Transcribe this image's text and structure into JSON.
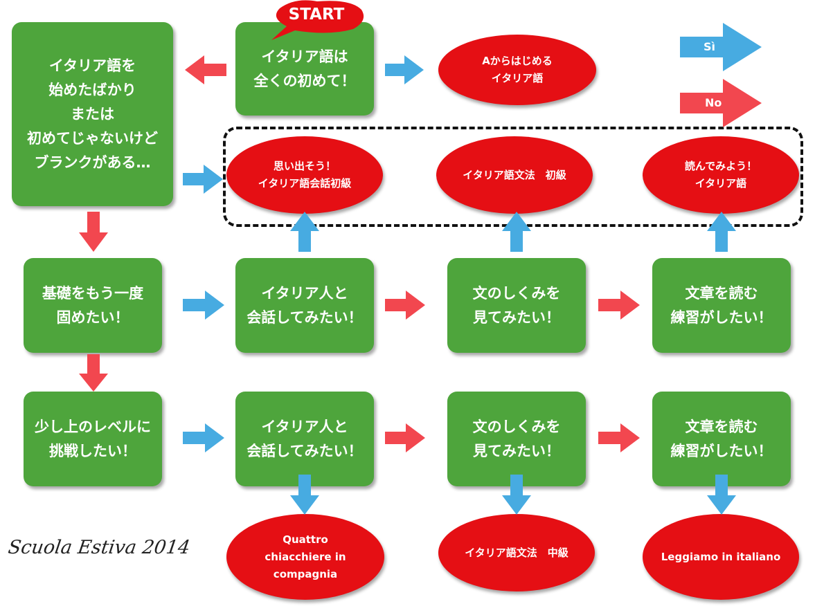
{
  "start_label": "START",
  "legend": {
    "yes": "Sì",
    "no": "No"
  },
  "colors": {
    "box_green": "#4ea53c",
    "oval_red": "#e50f14",
    "arrow_blue": "#47abe1",
    "arrow_red": "#f2474f"
  },
  "boxes": {
    "left_start": "イタリア語を\n始めたばかり\nまたは\n初めてじゃないけど\nブランクがある…",
    "question_start": "イタリア語は\n全くの初めて！",
    "basics": "基礎をもう一度\n固めたい！",
    "row1_conversation": "イタリア人と\n会話してみたい！",
    "row1_grammar": "文のしくみを\n見てみたい！",
    "row1_reading": "文章を読む\n練習がしたい！",
    "level_up": "少し上のレベルに\n挑戦したい！",
    "row2_conversation": "イタリア人と\n会話してみたい！",
    "row2_grammar": "文のしくみを\n見てみたい！",
    "row2_reading": "文章を読む\n練習がしたい！"
  },
  "courses": {
    "from_a": "Aからはじめる\nイタリア語",
    "conversation_beginner": "思い出そう！\nイタリア語会話初級",
    "grammar_beginner": "イタリア語文法　初級",
    "reading_beginner": "読んでみよう！\nイタリア語",
    "conversation_advanced": "Quattro\nchiacchiere in\ncompagnia",
    "grammar_intermediate": "イタリア語文法　中級",
    "reading_italian": "Leggiamo in italiano"
  },
  "signature": "Scuola Estiva 2014"
}
